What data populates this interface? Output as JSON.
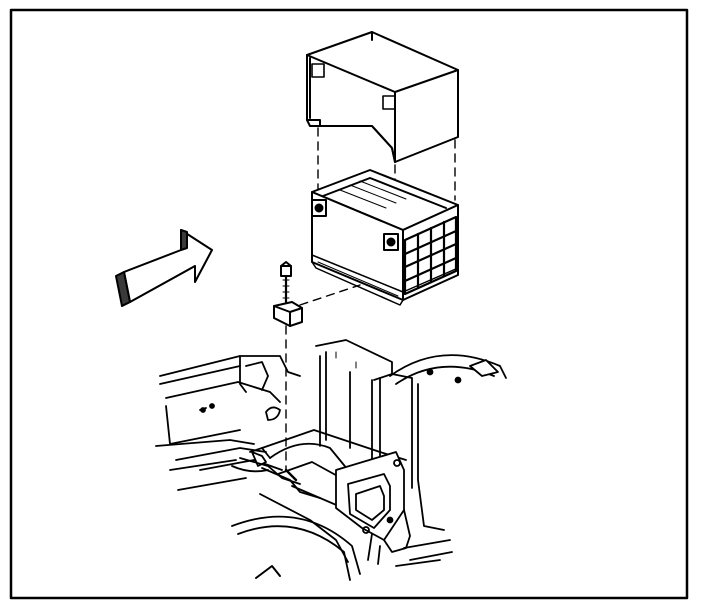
{
  "diagram": {
    "style": "monochrome line-art exploded assembly illustration",
    "colors": {
      "line": "#000000",
      "background": "#ffffff",
      "shade": "#3a3a3a"
    },
    "parts": [
      {
        "id": "battery-insulator-cover",
        "icon": "open-box-sleeve"
      },
      {
        "id": "battery",
        "icon": "battery"
      },
      {
        "id": "hold-down-bolt",
        "icon": "bolt"
      },
      {
        "id": "hold-down-retainer",
        "icon": "bracket"
      },
      {
        "id": "battery-tray",
        "icon": "vehicle-frame"
      },
      {
        "id": "direction-arrow",
        "icon": "arrow-up-right-icon"
      }
    ]
  }
}
